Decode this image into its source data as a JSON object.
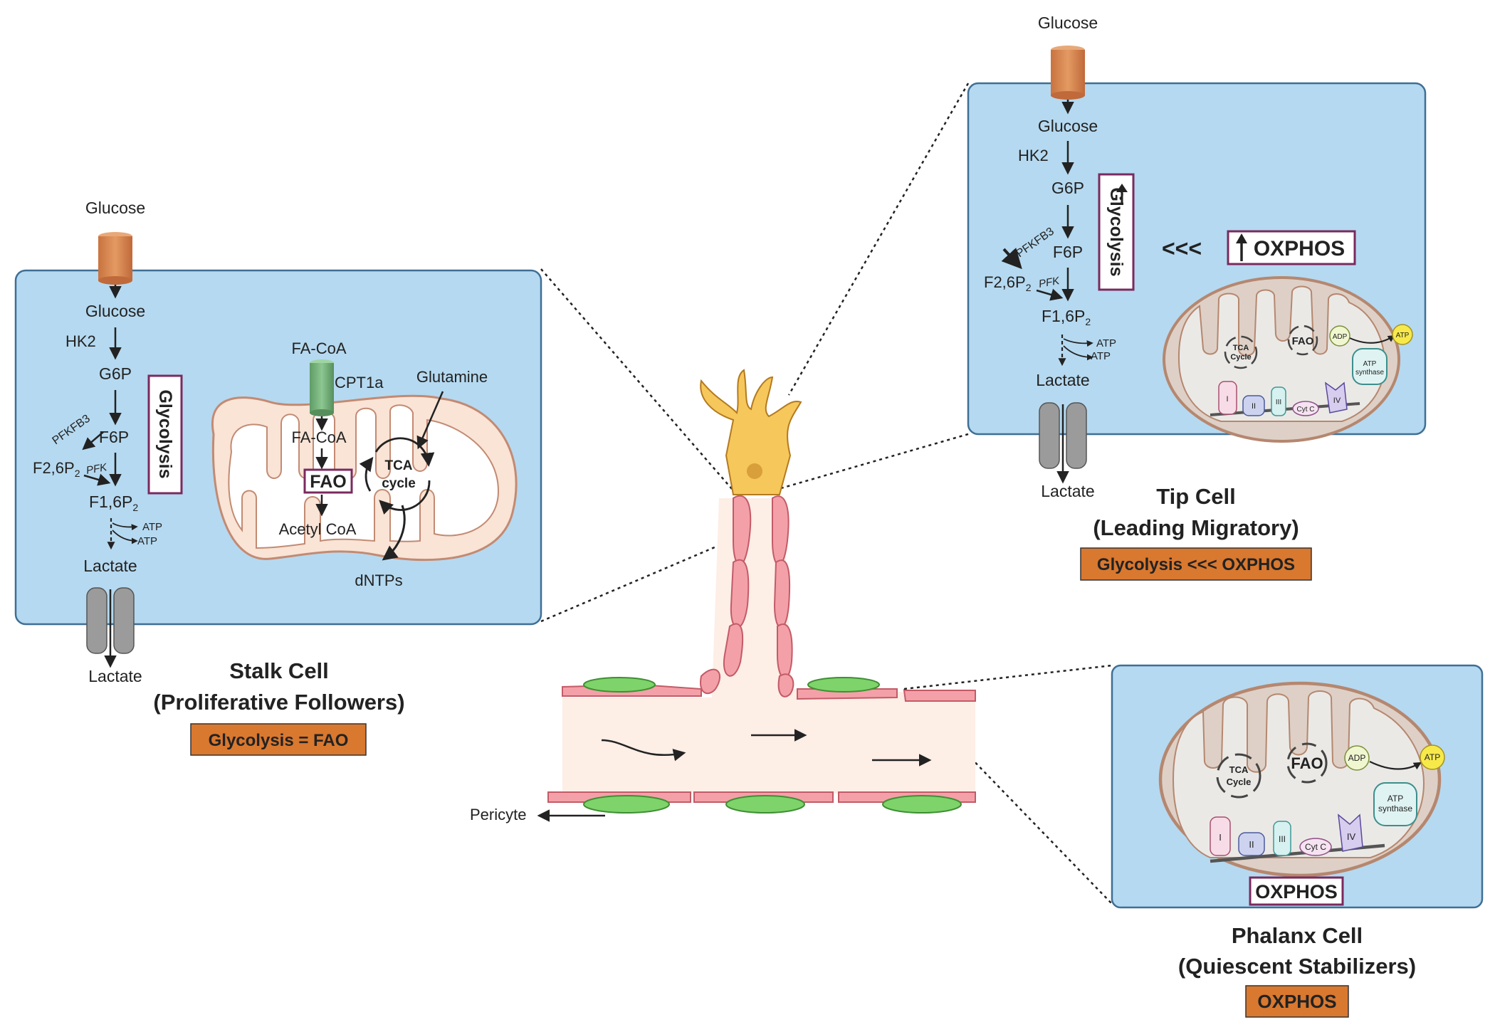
{
  "stalk": {
    "glucose_top": "Glucose",
    "glucose": "Glucose",
    "hk2": "HK2",
    "g6p": "G6P",
    "pfkfb3": "PFKFB3",
    "f6p": "F6P",
    "f26p2": "F2,6P",
    "f26p2_sub": "2",
    "pfk": "PFK",
    "f16p2": "F1,6P",
    "f16p2_sub": "2",
    "atp1": "ATP",
    "atp2": "ATP",
    "lactate": "Lactate",
    "lactate_out": "Lactate",
    "glycolysis_label": "Glycolysis",
    "fa_coa_top": "FA-CoA",
    "cpt1a": "CPT1a",
    "fa_coa": "FA-CoA",
    "fao": "FAO",
    "acetyl_coa": "Acetyl CoA",
    "tca": "TCA",
    "cycle": "cycle",
    "glutamine": "Glutamine",
    "dntps": "dNTPs",
    "title1": "Stalk Cell",
    "title2": "(Proliferative Followers)",
    "badge": "Glycolysis = FAO"
  },
  "tip": {
    "glucose_top": "Glucose",
    "glucose": "Glucose",
    "hk2": "HK2",
    "g6p": "G6P",
    "pfkfb3": "PFKFB3",
    "f6p": "F6P",
    "f26p2": "F2,6P",
    "f26p2_sub": "2",
    "pfk": "PFK",
    "f16p2": "F1,6P",
    "f16p2_sub": "2",
    "atp1": "ATP",
    "atp2": "ATP",
    "lactate": "Lactate",
    "lactate_out": "Lactate",
    "glycolysis_label": "Glycolysis",
    "arrows": "<<<",
    "oxphos": "OXPHOS",
    "tca": "TCA",
    "cycle": "Cycle",
    "fao": "FAO",
    "adp": "ADP",
    "atp": "ATP",
    "atp_synthase1": "ATP",
    "atp_synthase2": "synthase",
    "complex_i": "I",
    "complex_ii": "II",
    "complex_iii": "III",
    "cytc": "Cyt C",
    "complex_iv": "IV",
    "title1": "Tip Cell",
    "title2": "(Leading Migratory)",
    "badge": "Glycolysis <<< OXPHOS"
  },
  "phalanx": {
    "tca": "TCA",
    "cycle": "Cycle",
    "fao": "FAO",
    "adp": "ADP",
    "atp": "ATP",
    "atp_synthase1": "ATP",
    "atp_synthase2": "synthase",
    "complex_i": "I",
    "complex_ii": "II",
    "complex_iii": "III",
    "cytc": "Cyt C",
    "complex_iv": "IV",
    "oxphos_box": "OXPHOS",
    "title1": "Phalanx Cell",
    "title2": "(Quiescent Stabilizers)",
    "badge": "OXPHOS"
  },
  "vessel": {
    "pericyte": "Pericyte"
  },
  "colors": {
    "panel_fill": "#b5d9f0",
    "panel_stroke": "#3f6f95",
    "badge_fill": "#d9782f",
    "glycolysis_box": "#7a2a5e",
    "mito_fill": "#f9e4d6",
    "mito_stroke": "#c38a72",
    "endothelial": "#f4a0a8",
    "pericyte": "#7ed36a",
    "tip_cell": "#f6c75b"
  }
}
